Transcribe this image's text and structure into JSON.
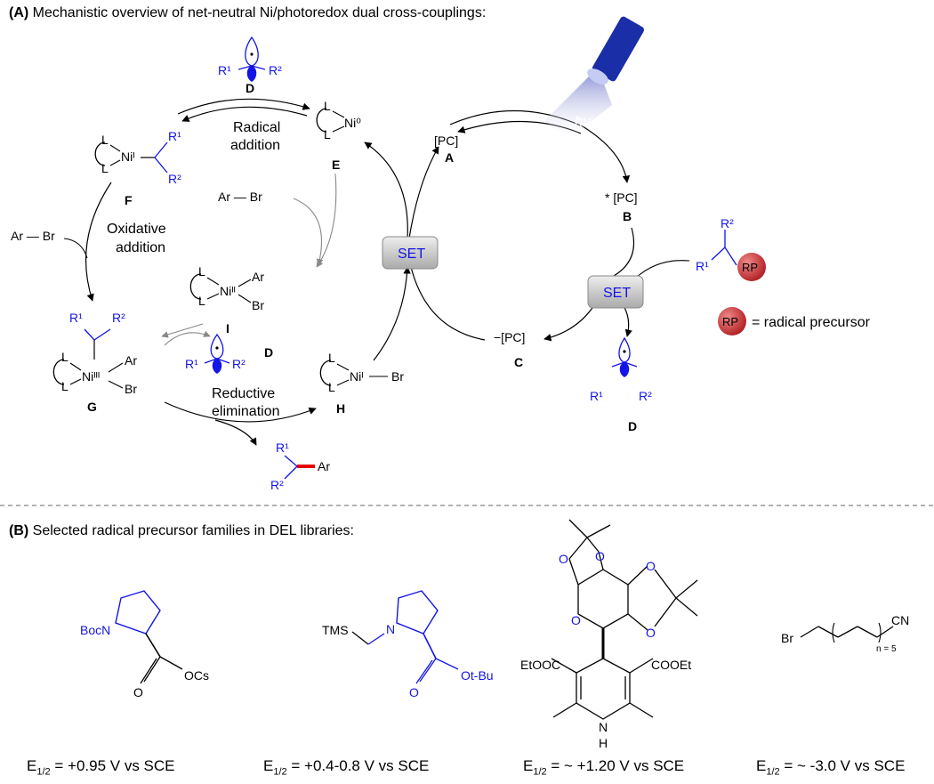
{
  "partA": {
    "letter": "(A)",
    "title": "Mechanistic overview of net-neutral Ni/photoredox dual cross-couplings:",
    "steps": {
      "radical_addition": [
        "Radical",
        "addition"
      ],
      "oxidative_addition": [
        "Oxidative",
        "addition"
      ],
      "reductive_elimination": [
        "Reductive",
        "elimination"
      ]
    },
    "set_label": "SET",
    "light_label": "hν",
    "compounds": {
      "A": "A",
      "B": "B",
      "C": "C",
      "D": "D",
      "E": "E",
      "F": "F",
      "G": "G",
      "H": "H",
      "I": "I"
    },
    "species": {
      "pc": "[PC]",
      "pc_excited": "* [PC]",
      "pc_reduced": "−[PC]",
      "ar_br": "Ar — Br",
      "ar": "Ar",
      "br": "Br",
      "ni0": "Ni⁰",
      "nii": "Niᴵ",
      "niii": "Niᴵᴵ",
      "niiii": "Niᴵᴵᴵ",
      "L": "L",
      "R1": "R¹",
      "R2": "R²",
      "RP": "RP"
    },
    "legend": "= radical precursor"
  },
  "partB": {
    "letter": "(B)",
    "title": "Selected radical precursor families in DEL libraries:",
    "labels": {
      "boc": "BocN",
      "ocs": "OCs",
      "tms": "TMS",
      "n": "N",
      "otbu": "Ot-Bu",
      "o": "O",
      "etooc": "EtOOC",
      "cooet": "COOEt",
      "nh": "N",
      "h": "H",
      "br": "Br",
      "cn": "CN",
      "n5": "n = 5"
    },
    "potentials": [
      {
        "label": "E",
        "sub": "1/2",
        "value": " = +0.95 V vs SCE"
      },
      {
        "label": "E",
        "sub": "1/2",
        "value": " = +0.4-0.8 V vs SCE"
      },
      {
        "label": "E",
        "sub": "1/2",
        "value": " = ~ +1.20 V vs SCE"
      },
      {
        "label": "E",
        "sub": "1/2",
        "value": " = ~ -3.0 V vs SCE"
      }
    ]
  },
  "colors": {
    "accent": "#1414e6",
    "bond_red": "#e60000",
    "rp_red": "#c0282c",
    "set_grey": "#c8c8c8"
  }
}
